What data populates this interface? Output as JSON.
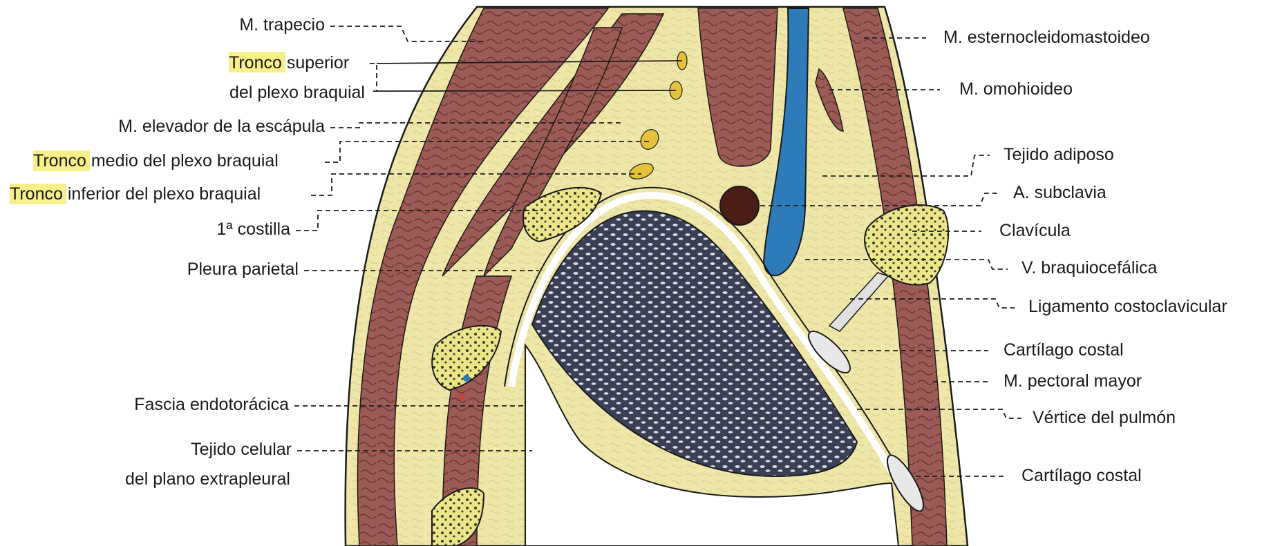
{
  "colors": {
    "fat": "#efe7a9",
    "muscle": "#9b5b56",
    "muscle_dark": "#6d3431",
    "bone": "#ece58a",
    "lung": "#3b3f56",
    "vein": "#2d7bb8",
    "artery": "#4a1d16",
    "highlight": "#f7ef8a"
  },
  "labels_left": [
    {
      "id": "trapecio",
      "text": "M. trapecio"
    },
    {
      "id": "tronco-sup-1",
      "hl": "Tronco",
      "text": " superior"
    },
    {
      "id": "tronco-sup-2",
      "text": "del plexo braquial"
    },
    {
      "id": "elevador",
      "text": "M. elevador de la escápula"
    },
    {
      "id": "tronco-medio",
      "hl": "Tronco",
      "text": " medio del plexo braquial"
    },
    {
      "id": "tronco-inf",
      "hl": "Tronco",
      "text": " inferior del plexo braquial"
    },
    {
      "id": "costilla",
      "text": "1ª costilla"
    },
    {
      "id": "pleura",
      "text": "Pleura parietal"
    },
    {
      "id": "fascia",
      "text": "Fascia endotorácica"
    },
    {
      "id": "tejido-cel-1",
      "text": "Tejido celular"
    },
    {
      "id": "tejido-cel-2",
      "text": "del plano extrapleural"
    }
  ],
  "labels_right": [
    {
      "id": "esterno",
      "text": "M. esternocleidomastoideo"
    },
    {
      "id": "omohioideo",
      "text": "M. omohioideo"
    },
    {
      "id": "adiposo",
      "text": "Tejido adiposo"
    },
    {
      "id": "subclavia",
      "text": "A. subclavia"
    },
    {
      "id": "clavicula",
      "text": "Clavícula"
    },
    {
      "id": "braquiocef",
      "text": "V. braquiocefálica"
    },
    {
      "id": "ligamento",
      "text": "Ligamento costoclavicular"
    },
    {
      "id": "cartilago-1",
      "text": "Cartílago costal"
    },
    {
      "id": "pectoral",
      "text": "M. pectoral mayor"
    },
    {
      "id": "vertice",
      "text": "Vértice del pulmón"
    },
    {
      "id": "cartilago-2",
      "text": "Cartílago costal"
    }
  ]
}
